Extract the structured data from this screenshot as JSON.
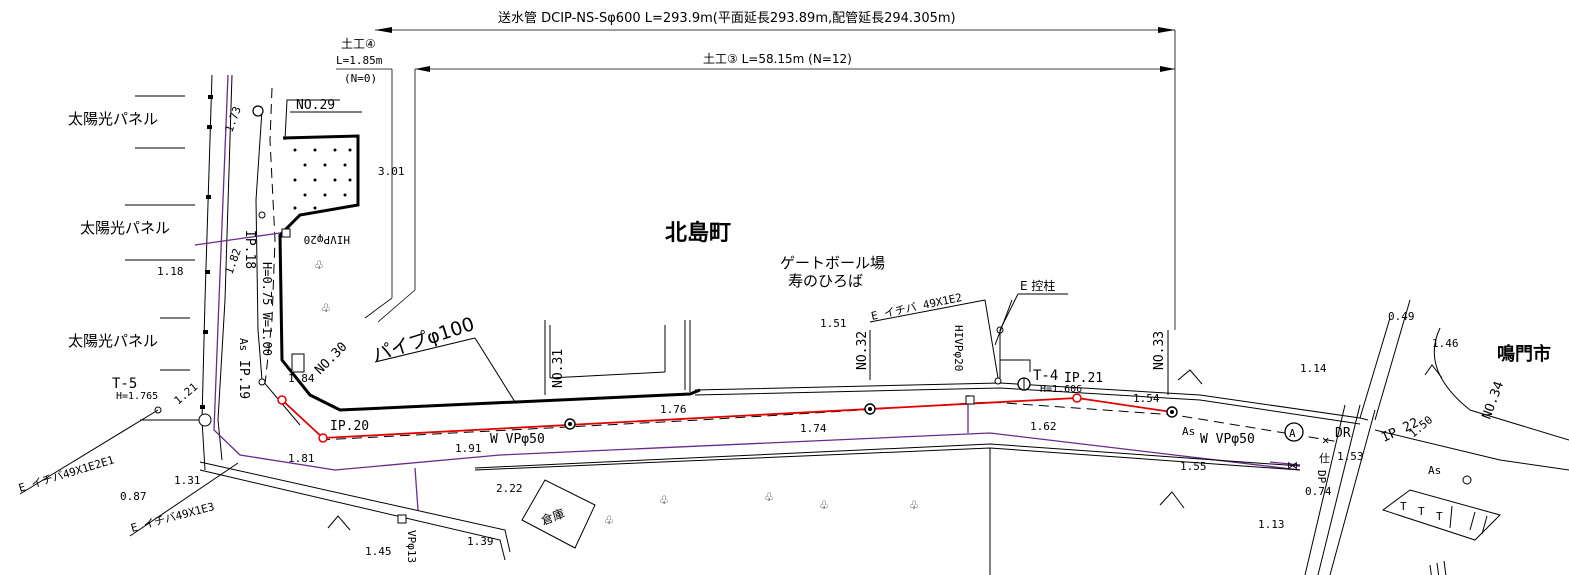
{
  "colors": {
    "line": "#000000",
    "red_pipe": "#e00000",
    "purple_line": "#6a2a8c",
    "background": "#ffffff"
  },
  "dimensions": {
    "main_pipe": "送水管 DCIP-NS-Sφ600 L=293.9m(平面延長293.89m,配管延長294.305m)",
    "earthwork3": "土工③ L=58.15m (N=12)",
    "earthwork4_title": "土工④",
    "earthwork4_length": "L=1.85m",
    "earthwork4_n": "(N=0)"
  },
  "places": {
    "town": "北島町",
    "city": "鳴門市",
    "gateball_1": "ゲートボール場",
    "gateball_2": "寿のひろば",
    "solar_1": "太陽光パネル",
    "solar_2": "太陽光パネル",
    "solar_3": "太陽光パネル",
    "warehouse": "倉庫"
  },
  "stations": {
    "no29": "NO.29",
    "no30": "NO.30",
    "no31": "NO.31",
    "no32": "NO.32",
    "no33": "NO.33",
    "no34": "NO.34"
  },
  "ip_points": {
    "ip18": "IP.18",
    "ip19": "IP.19",
    "ip20": "IP.20",
    "ip21": "IP.21",
    "ip22": "IP 22"
  },
  "annotations": {
    "pipe100": "パイプφ100",
    "wvp50_a": "W VPφ50",
    "wvp50_b": "W VPφ50",
    "hivp20_a": "HIVPφ20",
    "hivp20_b": "HIVPφ20",
    "vp13": "VPφ13",
    "h075": "H=0.75 W=1.00",
    "t4": "T-4",
    "t4_h": "H=1.606",
    "t5": "T-5",
    "t5_h": "H=1.765",
    "e_ichiba_49x1e2": "E イチバ 49X1E2",
    "e_hikae": "E 控柱",
    "e_ichiba_e1": "E イチバ49X1E2E1",
    "e_ichiba_e3": "E イチバ49X1E3",
    "as_a": "As",
    "as_b": "As",
    "as_c": "As",
    "dr": "DR",
    "dp": "DP",
    "circle_a": "A",
    "sakai": "仕"
  },
  "elevations": {
    "e173": "1.73",
    "e301": "3.01",
    "e182": "1.82",
    "e118": "1.18",
    "e184": "1.84",
    "e121": "1.21",
    "e181": "1.81",
    "e191": "1.91",
    "e176": "1.76",
    "e174": "1.74",
    "e151": "1.51",
    "e162": "1.62",
    "e154": "1.54",
    "e155": "1.55",
    "e114": "1.14",
    "e049": "0.49",
    "e146": "1.46",
    "e150": "1.50",
    "e153": "1.53",
    "e074": "0.74",
    "e113": "1.13",
    "e087": "0.87",
    "e131": "1.31",
    "e222": "2.22",
    "e145": "1.45",
    "e139": "1.39"
  }
}
